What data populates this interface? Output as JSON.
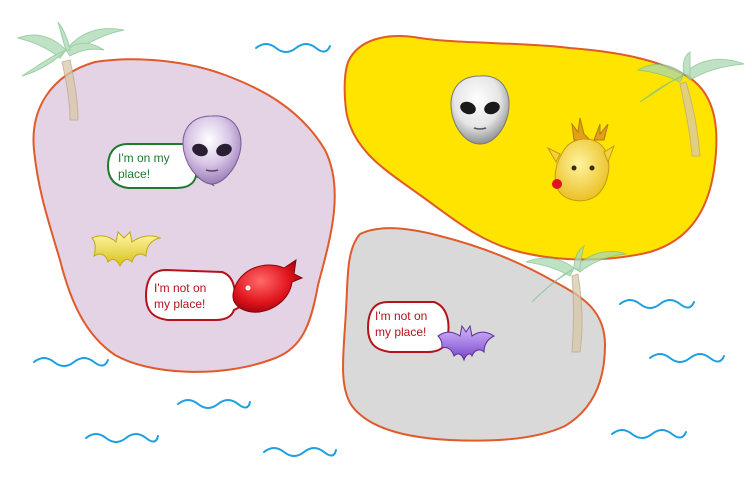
{
  "islands": [
    {
      "name": "purple-island",
      "fill": "#e3d3e5",
      "stroke": "#e05a2a"
    },
    {
      "name": "yellow-island",
      "fill": "#ffe400",
      "stroke": "#e05a2a"
    },
    {
      "name": "gray-island",
      "fill": "#d9d9d9",
      "stroke": "#e05a2a"
    }
  ],
  "bubbles": {
    "purple_alien": {
      "line1": "I'm on my",
      "line2": "place!",
      "color": "#1e7a2e"
    },
    "red_fish": {
      "line1": "I'm not on",
      "line2": "my place!",
      "color": "#b5121b"
    },
    "purple_bat": {
      "line1": "I'm not on",
      "line2": "my place!",
      "color": "#b5121b"
    }
  },
  "characters": [
    {
      "name": "purple-alien-icon",
      "color": "#c9b3d8"
    },
    {
      "name": "yellow-bat-icon",
      "color": "#f2e24a"
    },
    {
      "name": "red-fish-icon",
      "color": "#e0141c"
    },
    {
      "name": "white-alien-icon",
      "color": "#e8e8e8"
    },
    {
      "name": "reindeer-icon",
      "color": "#f4d435"
    },
    {
      "name": "purple-bat-icon",
      "color": "#9b6fd9"
    }
  ],
  "colors": {
    "water": "#1e9fe0",
    "palm_leaf": "#a9d9b0",
    "palm_trunk": "#d8c7a8",
    "island_border": "#e05a2a"
  }
}
